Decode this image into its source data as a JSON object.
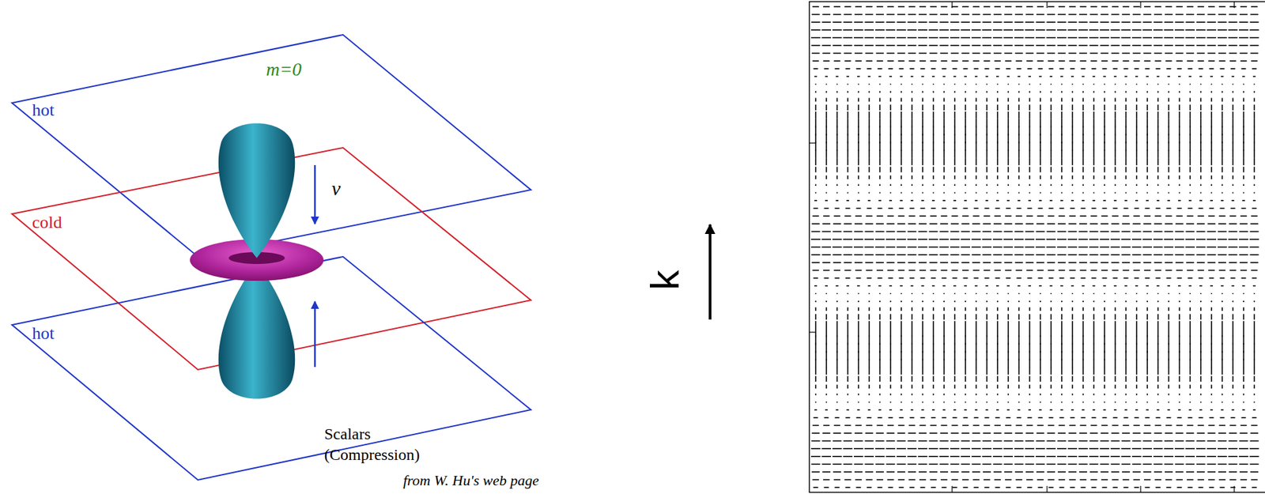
{
  "diagram": {
    "caption": "from W. Hu's web page",
    "nodes": [
      {
        "text": [
          "hot"
        ]
      },
      {
        "text": [
          "cold"
        ]
      },
      {
        "text": [
          "hot"
        ]
      }
    ],
    "labels": [
      "m=0",
      "v",
      "Scalars (Compression)",
      "k"
    ]
  }
}
